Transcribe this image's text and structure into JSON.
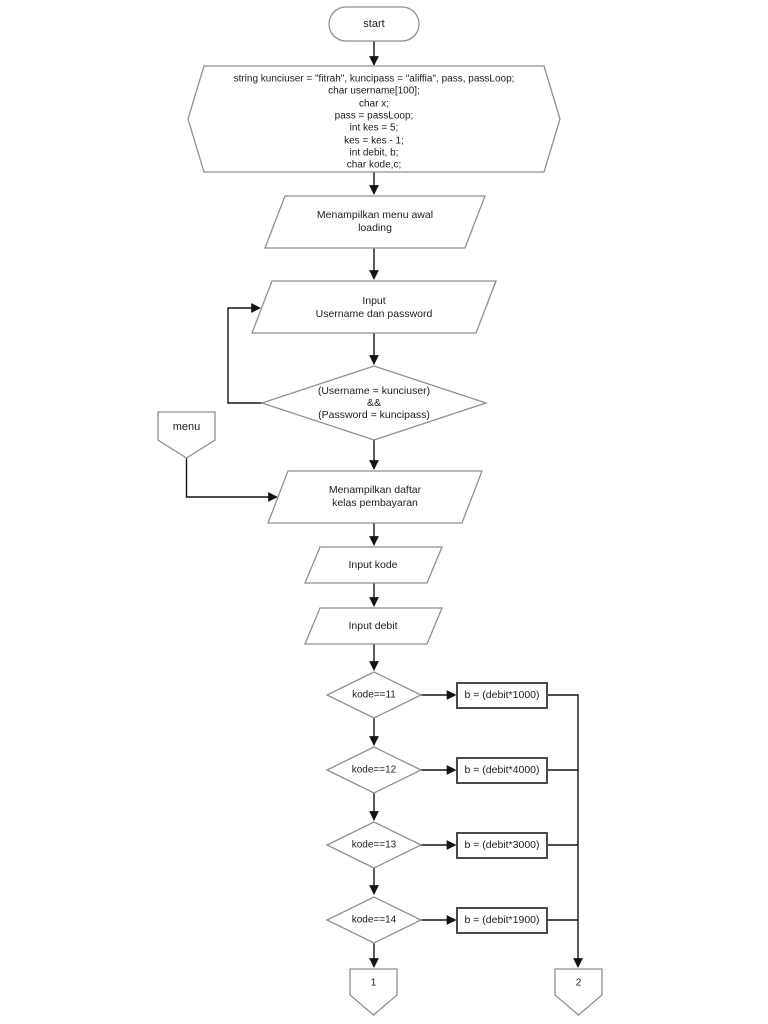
{
  "page": {
    "background": "#ffffff",
    "shape_fill": "#ffffff",
    "shape_stroke": "#8f8f8f",
    "process_stroke": "#4a4a4a",
    "line_color": "#141414",
    "text_color": "#1c1c1c"
  },
  "flowchart": {
    "start": {
      "label": "start"
    },
    "declarations": {
      "lines": [
        "string kunciuser = \"fitrah\", kuncipass = \"aliffia\", pass, passLoop;",
        "char username[100];",
        "char x;",
        "pass = passLoop;",
        "int kes = 5;",
        "kes = kes - 1;",
        "int debit, b;",
        "char kode,c;"
      ]
    },
    "show_menu": {
      "line1": "Menampilkan menu awal",
      "line2": "loading"
    },
    "input_credentials": {
      "line1": "Input",
      "line2": "Username dan password"
    },
    "auth_check": {
      "line1": "(Username = kunciuser)",
      "line2": "&&",
      "line3": "(Password = kuncipass)"
    },
    "menu_connector": {
      "label": "menu"
    },
    "show_payment_list": {
      "line1": "Menampilkan daftar",
      "line2": "kelas pembayaran"
    },
    "input_kode": {
      "label": "Input kode"
    },
    "input_debit": {
      "label": "Input debit"
    },
    "branches": [
      {
        "condition": "kode==11",
        "action": "b = (debit*1000)"
      },
      {
        "condition": "kode==12",
        "action": "b = (debit*4000)"
      },
      {
        "condition": "kode==13",
        "action": "b = (debit*3000)"
      },
      {
        "condition": "kode==14",
        "action": "b = (debit*1900)"
      }
    ],
    "offpage_1": {
      "label": "1"
    },
    "offpage_2": {
      "label": "2"
    }
  }
}
